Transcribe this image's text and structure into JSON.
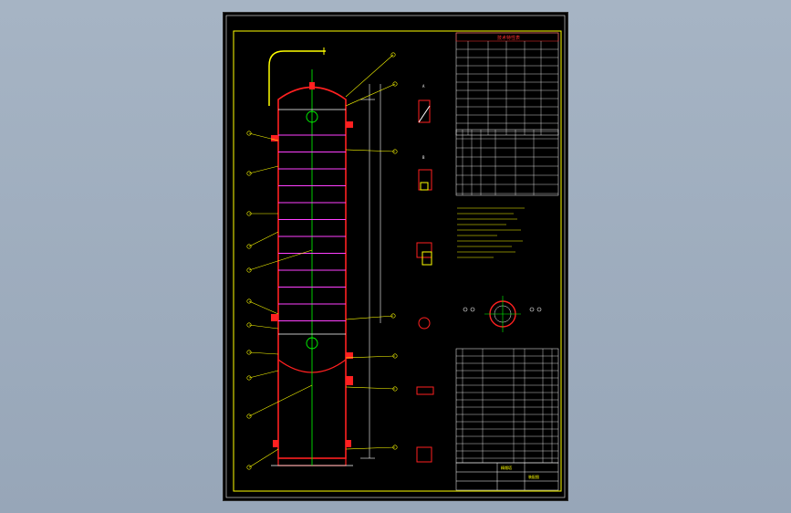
{
  "viewer": {
    "background": "#a3b1c2",
    "sheet_background": "#000000"
  },
  "drawing": {
    "title_cell": "技术特性表",
    "mark_a": "A",
    "mark_b": "B",
    "title_block_name": "精馏塔",
    "title_block_sub": "装配图",
    "colors": {
      "frame": "#ffff00",
      "vessel": "#ff2020",
      "trays": "#ff40ff",
      "centerline": "#00ff00",
      "table": "#ffffff",
      "table_header": "#ff3030",
      "leader": "#ffff00",
      "dimension": "#ffffff"
    }
  },
  "icons": {
    "zoom": "zoom-icon"
  }
}
